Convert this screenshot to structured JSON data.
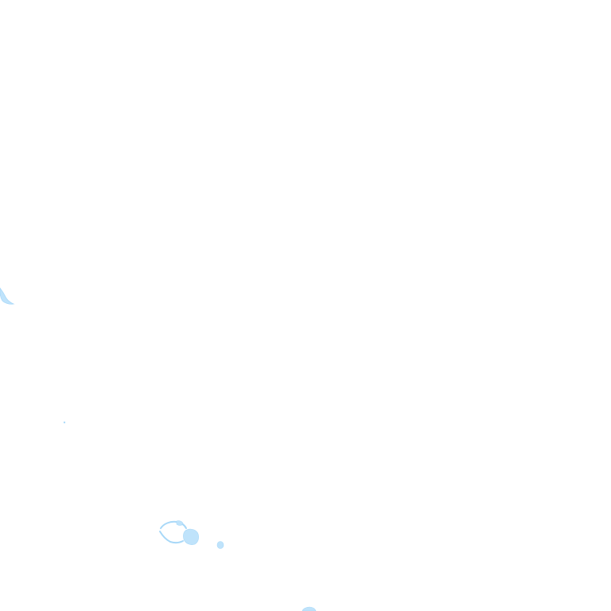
{
  "map": {
    "background_color": "#ffffff",
    "water_color": "#bfe3fb",
    "water_edge_color": "#a8d8f8",
    "features": [
      {
        "kind": "water",
        "description_icon": "water-feature"
      },
      {
        "kind": "water",
        "description_icon": "water-feature"
      },
      {
        "kind": "water",
        "description_icon": "water-feature"
      },
      {
        "kind": "water",
        "description_icon": "water-feature"
      },
      {
        "kind": "water",
        "description_icon": "water-feature"
      }
    ]
  }
}
